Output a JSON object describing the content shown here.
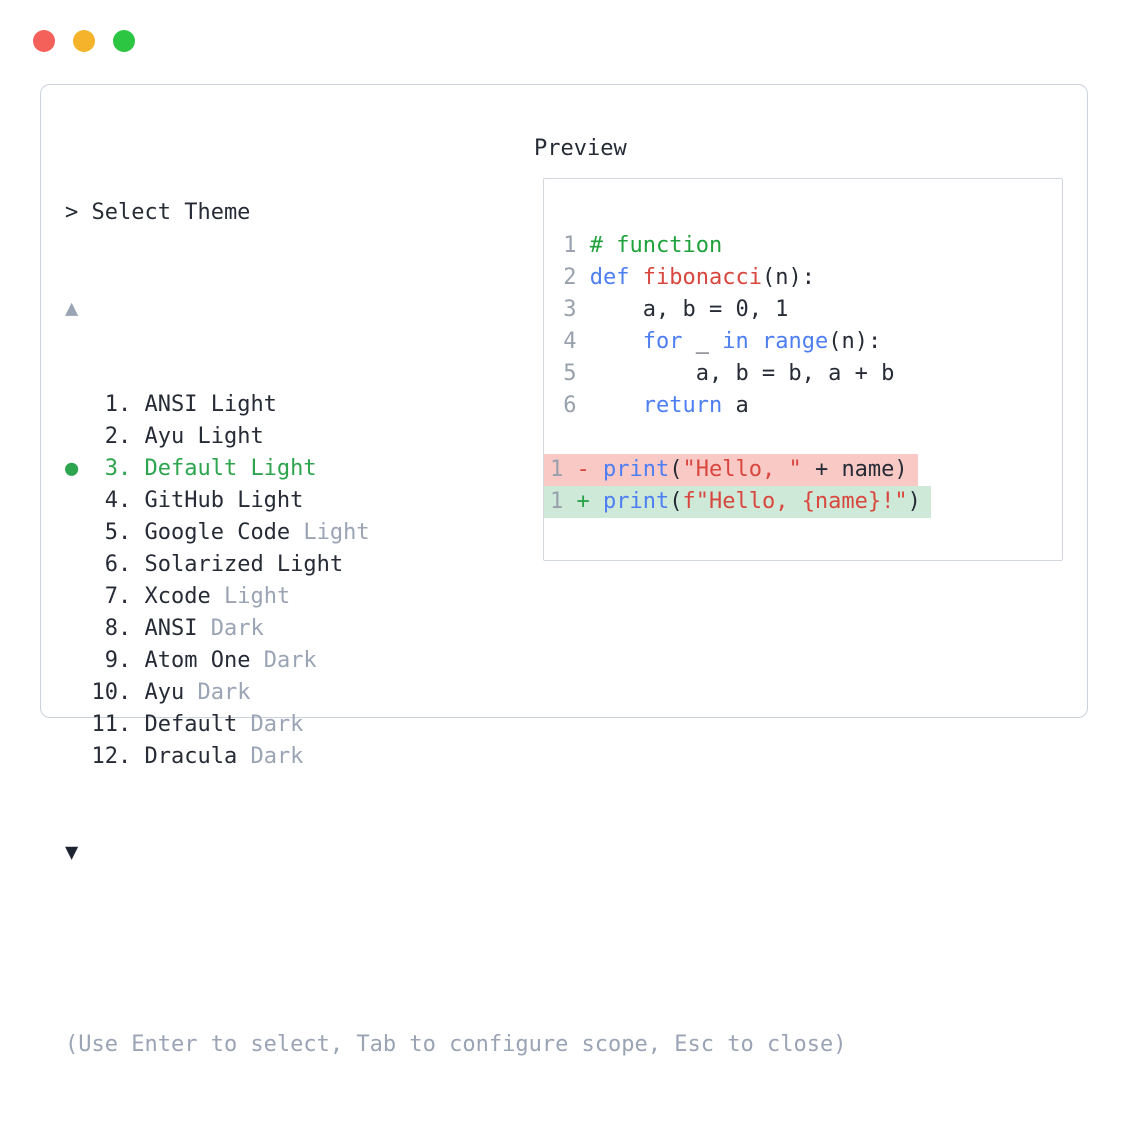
{
  "window": {
    "traffic_lights": [
      {
        "name": "close",
        "color": "#f4605a"
      },
      {
        "name": "minimize",
        "color": "#f5b32c"
      },
      {
        "name": "zoom",
        "color": "#2dc643"
      }
    ]
  },
  "colors": {
    "text": "#262b36",
    "muted": "#9aa4b5",
    "accent_green": "#2da44e",
    "line_number": "#98a0ad",
    "keyword_blue": "#4d7ef2",
    "function_red": "#d9463e",
    "string_red": "#d9463e",
    "comment_green": "#1fa23c",
    "diff_removed_bg": "#f9c9c6",
    "diff_added_bg": "#cfe9d8",
    "diff_removed_sign": "#d9463e",
    "diff_added_sign": "#28a348",
    "panel_border": "#ccd2db",
    "preview_border": "#d2d7de",
    "arrow_active": "#1d2330"
  },
  "theme_selector": {
    "prompt": "> Select Theme",
    "scroll_up_indicator": "▲",
    "scroll_down_indicator": "▼",
    "selected_marker": "●",
    "items": [
      {
        "number": "1",
        "name": "ANSI Light",
        "gray_suffix": "",
        "selected": false
      },
      {
        "number": "2",
        "name": "Ayu Light",
        "gray_suffix": "",
        "selected": false
      },
      {
        "number": "3",
        "name": "Default Light",
        "gray_suffix": "",
        "selected": true
      },
      {
        "number": "4",
        "name": "GitHub Light",
        "gray_suffix": "",
        "selected": false
      },
      {
        "number": "5",
        "name": "Google Code",
        "gray_suffix": " Light",
        "selected": false
      },
      {
        "number": "6",
        "name": "Solarized Light",
        "gray_suffix": "",
        "selected": false
      },
      {
        "number": "7",
        "name": "Xcode",
        "gray_suffix": " Light",
        "selected": false
      },
      {
        "number": "8",
        "name": "ANSI",
        "gray_suffix": " Dark",
        "selected": false
      },
      {
        "number": "9",
        "name": "Atom One",
        "gray_suffix": " Dark",
        "selected": false
      },
      {
        "number": "10",
        "name": "Ayu",
        "gray_suffix": " Dark",
        "selected": false
      },
      {
        "number": "11",
        "name": "Default",
        "gray_suffix": " Dark",
        "selected": false
      },
      {
        "number": "12",
        "name": "Dracula",
        "gray_suffix": " Dark",
        "selected": false
      }
    ],
    "footer_hint": "(Use Enter to select, Tab to configure scope, Esc to close)"
  },
  "preview": {
    "label": "Preview",
    "code_lines": [
      {
        "number": "1",
        "tokens": [
          {
            "text": "# function",
            "style": "comment"
          }
        ]
      },
      {
        "number": "2",
        "tokens": [
          {
            "text": "def ",
            "style": "keyword"
          },
          {
            "text": "fibonacci",
            "style": "function"
          },
          {
            "text": "(n):",
            "style": "plain"
          }
        ]
      },
      {
        "number": "3",
        "tokens": [
          {
            "text": "    a, b = 0, 1",
            "style": "plain"
          }
        ]
      },
      {
        "number": "4",
        "tokens": [
          {
            "text": "    ",
            "style": "plain"
          },
          {
            "text": "for",
            "style": "keyword"
          },
          {
            "text": " _ ",
            "style": "plain"
          },
          {
            "text": "in",
            "style": "keyword"
          },
          {
            "text": " ",
            "style": "plain"
          },
          {
            "text": "range",
            "style": "keyword"
          },
          {
            "text": "(n):",
            "style": "plain"
          }
        ]
      },
      {
        "number": "5",
        "tokens": [
          {
            "text": "        a, b = b, a + b",
            "style": "plain"
          }
        ]
      },
      {
        "number": "6",
        "tokens": [
          {
            "text": "    ",
            "style": "plain"
          },
          {
            "text": "return",
            "style": "keyword"
          },
          {
            "text": " a",
            "style": "plain"
          }
        ]
      },
      {
        "spacer": true
      },
      {
        "number": "1",
        "diff": "removed",
        "sign": "-",
        "tokens": [
          {
            "text": "print",
            "style": "keyword"
          },
          {
            "text": "(",
            "style": "plain"
          },
          {
            "text": "\"Hello, \"",
            "style": "string"
          },
          {
            "text": " + name)",
            "style": "plain"
          }
        ]
      },
      {
        "number": "1",
        "diff": "added",
        "sign": "+",
        "tokens": [
          {
            "text": "print",
            "style": "keyword"
          },
          {
            "text": "(",
            "style": "plain"
          },
          {
            "text": "f\"Hello, {name}!\"",
            "style": "string"
          },
          {
            "text": ")",
            "style": "plain"
          }
        ]
      }
    ]
  }
}
